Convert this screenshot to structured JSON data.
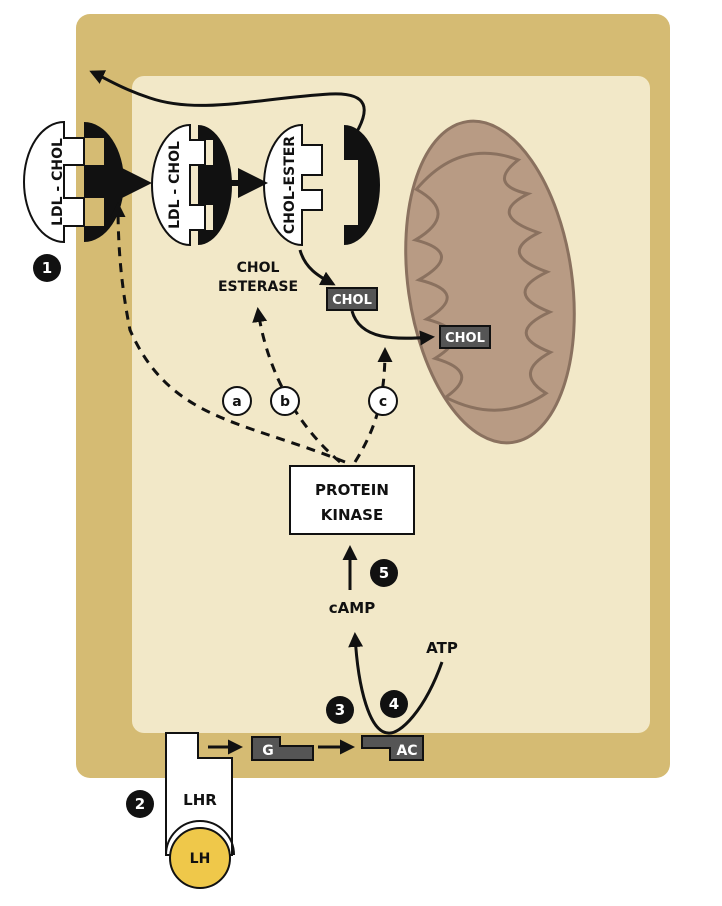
{
  "colors": {
    "cell_outer": "#d5bb73",
    "cytoplasm": "#f2e8c8",
    "mitochondrion": "#b89b84",
    "lh": "#efc84a",
    "box_dark": "#555555"
  },
  "receptors": {
    "ldl_chol_outside": "LDL - CHOL",
    "ldl_chol_inside": "LDL - CHOL",
    "chol_ester": "CHOL-ESTER"
  },
  "labels": {
    "chol_esterase_line1": "CHOL",
    "chol_esterase_line2": "ESTERASE",
    "chol_cytoplasm": "CHOL",
    "chol_mitochondrion": "CHOL",
    "protein_kinase_line1": "PROTEIN",
    "protein_kinase_line2": "KINASE",
    "camp": "cAMP",
    "atp": "ATP",
    "g_protein": "G",
    "ac": "AC",
    "lhr": "LHR",
    "lh": "LH"
  },
  "steps": [
    "1",
    "2",
    "3",
    "4",
    "5"
  ],
  "pathways": [
    "a",
    "b",
    "c"
  ]
}
